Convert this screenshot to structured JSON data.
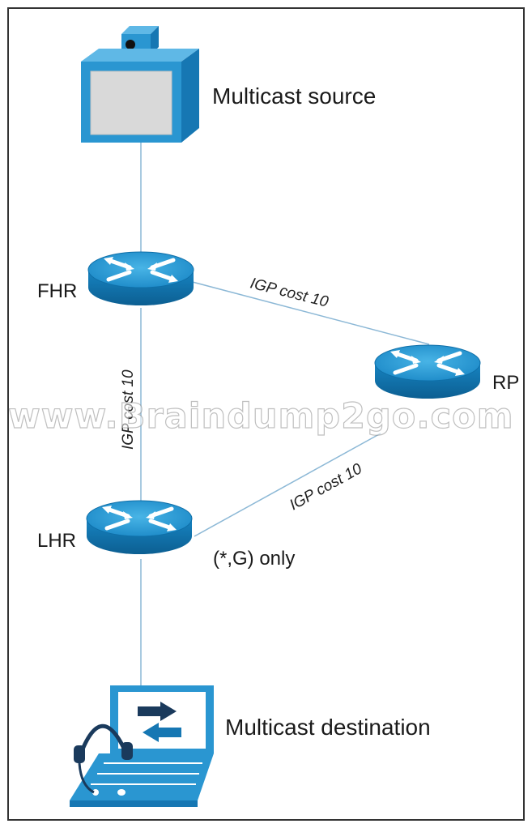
{
  "nodes": {
    "source": {
      "label": "Multicast source",
      "icon": "video-camera-server-icon"
    },
    "fhr": {
      "label": "FHR",
      "icon": "router-icon"
    },
    "rp": {
      "label": "RP",
      "icon": "router-icon"
    },
    "lhr": {
      "label": "LHR",
      "icon": "router-icon",
      "note": "(*,G) only"
    },
    "destination": {
      "label": "Multicast destination",
      "icon": "laptop-headset-icon"
    }
  },
  "links": {
    "fhr_rp": "IGP cost 10",
    "fhr_lhr": "IGP cost 10",
    "rp_lhr": "IGP cost 10"
  },
  "watermark": "www.Braindump2go.com",
  "colors": {
    "router_top": "#2e9fd6",
    "router_side": "#0f6fa8",
    "link_line": "#7fb2d3",
    "frame": "#333333"
  }
}
